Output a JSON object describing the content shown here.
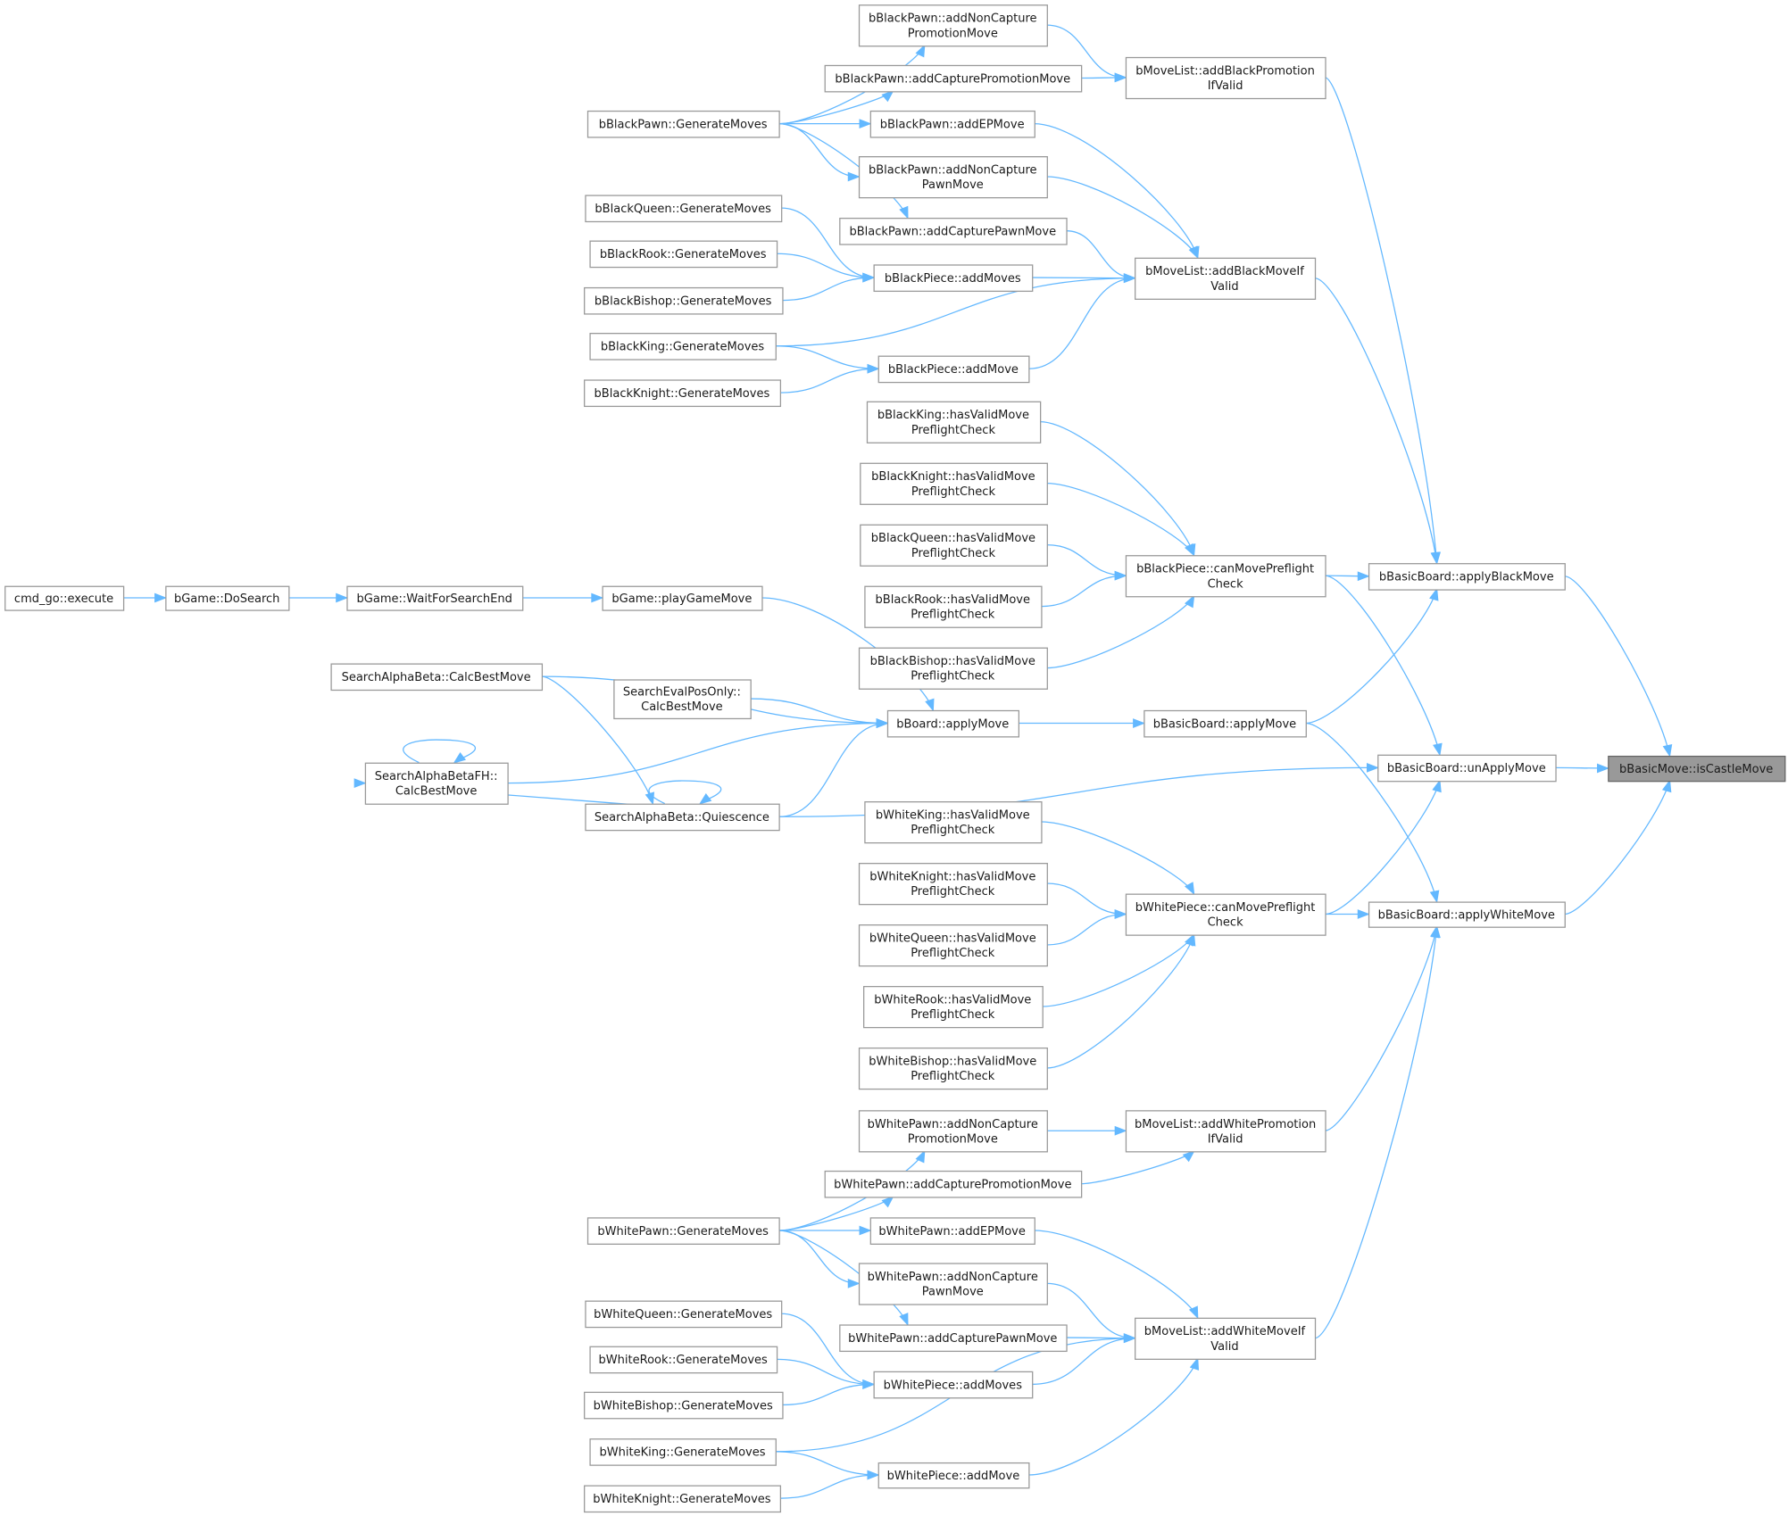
{
  "graph_title": "",
  "colors": {
    "edge": "#63b8ff",
    "node_border": "#999999",
    "current_node_fill": "#999999"
  },
  "current_node": "n34",
  "nodes": {
    "n1": [
      "bBlackPawn::addNonCapture",
      "PromotionMove"
    ],
    "n2": [
      "bBlackPawn::addCapturePromotionMove"
    ],
    "n3": [
      "bMoveList::addBlackPromotion",
      "IfValid"
    ],
    "n4": [
      "bBlackPawn::GenerateMoves"
    ],
    "n5": [
      "bBlackPawn::addEPMove"
    ],
    "n6": [
      "bBlackPawn::addNonCapture",
      "PawnMove"
    ],
    "n7": [
      "bBlackPawn::addCapturePawnMove"
    ],
    "n8": [
      "bBlackQueen::GenerateMoves"
    ],
    "n9": [
      "bBlackRook::GenerateMoves"
    ],
    "n10": [
      "bBlackBishop::GenerateMoves"
    ],
    "n11": [
      "bBlackPiece::addMoves"
    ],
    "n12": [
      "bMoveList::addBlackMoveIf",
      "Valid"
    ],
    "n13": [
      "bBlackKing::GenerateMoves"
    ],
    "n14": [
      "bBlackPiece::addMove"
    ],
    "n15": [
      "bBlackKnight::GenerateMoves"
    ],
    "n16": [
      "bBlackKing::hasValidMove",
      "PreflightCheck"
    ],
    "n17": [
      "bBlackKnight::hasValidMove",
      "PreflightCheck"
    ],
    "n18": [
      "bBlackQueen::hasValidMove",
      "PreflightCheck"
    ],
    "n19": [
      "bBlackRook::hasValidMove",
      "PreflightCheck"
    ],
    "n20": [
      "bBlackBishop::hasValidMove",
      "PreflightCheck"
    ],
    "n21": [
      "bBlackPiece::canMovePreflight",
      "Check"
    ],
    "n22": [
      "bBasicBoard::applyBlackMove"
    ],
    "n23": [
      "cmd_go::execute"
    ],
    "n24": [
      "bGame::DoSearch"
    ],
    "n25": [
      "bGame::WaitForSearchEnd"
    ],
    "n26": [
      "bGame::playGameMove"
    ],
    "n27": [
      "SearchAlphaBeta::CalcBestMove"
    ],
    "n28": [
      "SearchEvalPosOnly::",
      "CalcBestMove"
    ],
    "n29": [
      "bBoard::applyMove"
    ],
    "n30": [
      "bBasicBoard::applyMove"
    ],
    "n31": [
      "SearchAlphaBetaFH::",
      "CalcBestMove"
    ],
    "n32": [
      "SearchAlphaBeta::Quiescence"
    ],
    "n33": [
      "bBasicBoard::unApplyMove"
    ],
    "n34": [
      "bBasicMove::isCastleMove"
    ],
    "n35": [
      "bWhiteKing::hasValidMove",
      "PreflightCheck"
    ],
    "n36": [
      "bWhiteKnight::hasValidMove",
      "PreflightCheck"
    ],
    "n37": [
      "bWhiteQueen::hasValidMove",
      "PreflightCheck"
    ],
    "n38": [
      "bWhiteRook::hasValidMove",
      "PreflightCheck"
    ],
    "n39": [
      "bWhiteBishop::hasValidMove",
      "PreflightCheck"
    ],
    "n40": [
      "bWhitePiece::canMovePreflight",
      "Check"
    ],
    "n41": [
      "bBasicBoard::applyWhiteMove"
    ],
    "n42": [
      "bWhitePawn::addNonCapture",
      "PromotionMove"
    ],
    "n43": [
      "bMoveList::addWhitePromotion",
      "IfValid"
    ],
    "n44": [
      "bWhitePawn::addCapturePromotionMove"
    ],
    "n45": [
      "bWhitePawn::GenerateMoves"
    ],
    "n46": [
      "bWhitePawn::addEPMove"
    ],
    "n47": [
      "bWhitePawn::addNonCapture",
      "PawnMove"
    ],
    "n48": [
      "bWhitePawn::addCapturePawnMove"
    ],
    "n49": [
      "bWhiteQueen::GenerateMoves"
    ],
    "n50": [
      "bWhiteRook::GenerateMoves"
    ],
    "n51": [
      "bWhiteBishop::GenerateMoves"
    ],
    "n52": [
      "bWhitePiece::addMoves"
    ],
    "n53": [
      "bMoveList::addWhiteMoveIf",
      "Valid"
    ],
    "n54": [
      "bWhiteKing::GenerateMoves"
    ],
    "n55": [
      "bWhitePiece::addMove"
    ],
    "n56": [
      "bWhiteKnight::GenerateMoves"
    ]
  },
  "edges": [
    [
      "n4",
      "n1"
    ],
    [
      "n4",
      "n2"
    ],
    [
      "n4",
      "n5"
    ],
    [
      "n4",
      "n6"
    ],
    [
      "n4",
      "n7"
    ],
    [
      "n1",
      "n3"
    ],
    [
      "n2",
      "n3"
    ],
    [
      "n3",
      "n22"
    ],
    [
      "n5",
      "n12"
    ],
    [
      "n6",
      "n12"
    ],
    [
      "n7",
      "n12"
    ],
    [
      "n11",
      "n12"
    ],
    [
      "n14",
      "n12"
    ],
    [
      "n13",
      "n12"
    ],
    [
      "n8",
      "n11"
    ],
    [
      "n9",
      "n11"
    ],
    [
      "n10",
      "n11"
    ],
    [
      "n13",
      "n14"
    ],
    [
      "n15",
      "n14"
    ],
    [
      "n12",
      "n22"
    ],
    [
      "n16",
      "n21"
    ],
    [
      "n17",
      "n21"
    ],
    [
      "n18",
      "n21"
    ],
    [
      "n19",
      "n21"
    ],
    [
      "n20",
      "n21"
    ],
    [
      "n21",
      "n22"
    ],
    [
      "n21",
      "n33"
    ],
    [
      "n22",
      "n34"
    ],
    [
      "n23",
      "n24"
    ],
    [
      "n24",
      "n25"
    ],
    [
      "n25",
      "n26"
    ],
    [
      "n26",
      "n29"
    ],
    [
      "n27",
      "n29"
    ],
    [
      "n28",
      "n29"
    ],
    [
      "n31",
      "n29"
    ],
    [
      "n32",
      "n29"
    ],
    [
      "n29",
      "n30"
    ],
    [
      "n30",
      "n22"
    ],
    [
      "n30",
      "n41"
    ],
    [
      "n31",
      "n31"
    ],
    [
      "n32",
      "n32"
    ],
    [
      "n27",
      "n32"
    ],
    [
      "n32",
      "n31"
    ],
    [
      "n32",
      "n33"
    ],
    [
      "n33",
      "n34"
    ],
    [
      "n35",
      "n40"
    ],
    [
      "n36",
      "n40"
    ],
    [
      "n37",
      "n40"
    ],
    [
      "n38",
      "n40"
    ],
    [
      "n39",
      "n40"
    ],
    [
      "n40",
      "n41"
    ],
    [
      "n40",
      "n33"
    ],
    [
      "n41",
      "n34"
    ],
    [
      "n42",
      "n43"
    ],
    [
      "n44",
      "n43"
    ],
    [
      "n43",
      "n41"
    ],
    [
      "n53",
      "n41"
    ],
    [
      "n45",
      "n42"
    ],
    [
      "n45",
      "n44"
    ],
    [
      "n45",
      "n46"
    ],
    [
      "n45",
      "n47"
    ],
    [
      "n45",
      "n48"
    ],
    [
      "n46",
      "n53"
    ],
    [
      "n47",
      "n53"
    ],
    [
      "n48",
      "n53"
    ],
    [
      "n52",
      "n53"
    ],
    [
      "n55",
      "n53"
    ],
    [
      "n54",
      "n53"
    ],
    [
      "n49",
      "n52"
    ],
    [
      "n50",
      "n52"
    ],
    [
      "n51",
      "n52"
    ],
    [
      "n54",
      "n55"
    ],
    [
      "n56",
      "n55"
    ]
  ]
}
